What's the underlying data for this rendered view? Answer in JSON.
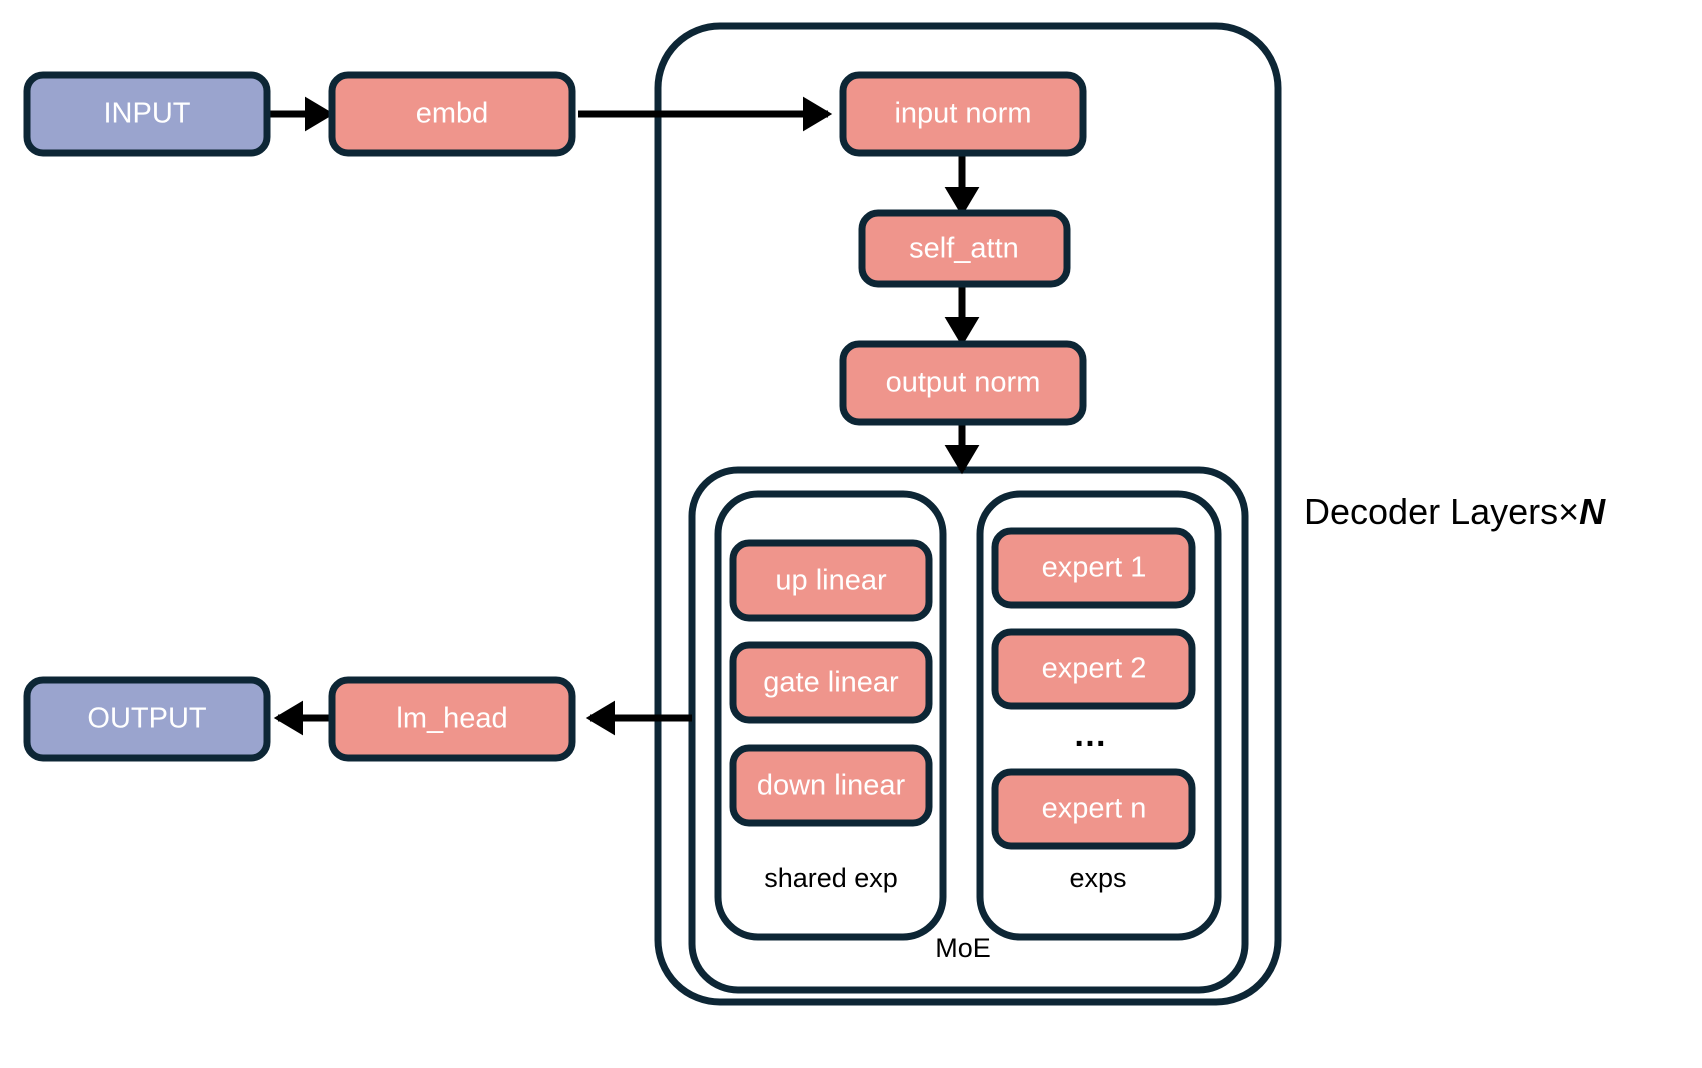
{
  "diagram": {
    "title_text": "Decoder Layers×N",
    "side_label": {
      "text": "Decoder Layers×",
      "emphasis": "N"
    },
    "colors": {
      "io_fill": "#9aa4ce",
      "module_fill": "#ef958c",
      "stroke": "#0d2635",
      "arrow": "#000000",
      "background": "#ffffff",
      "node_text": "#ffffff",
      "label_text": "#000000"
    },
    "nodes": {
      "input": "INPUT",
      "embd": "embd",
      "input_norm": "input norm",
      "self_attn": "self_attn",
      "output_norm": "output norm",
      "up_linear": "up linear",
      "gate_linear": "gate linear",
      "down_linear": "down linear",
      "expert_1": "expert 1",
      "expert_2": "expert 2",
      "expert_ellipsis": "…",
      "expert_n": "expert n",
      "lm_head": "lm_head",
      "output": "OUTPUT"
    },
    "groups": {
      "shared_exp": "shared exp",
      "exps": "exps",
      "moe": "MoE"
    }
  }
}
